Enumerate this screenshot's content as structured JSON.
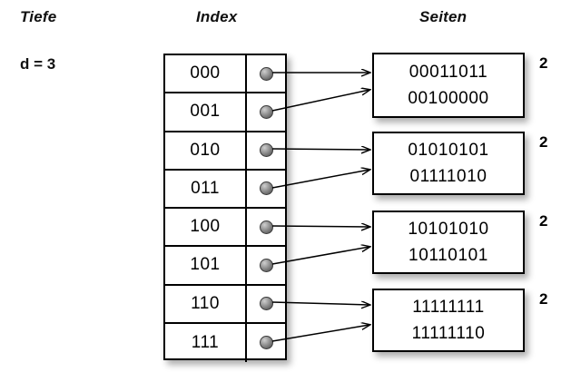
{
  "figure": {
    "headings": {
      "left": "Tiefe",
      "middle": "Index",
      "right": "Seiten"
    },
    "depth_note": "d = 3"
  },
  "index_table": {
    "rows": [
      {
        "key": "000",
        "pointer": "bullet-icon"
      },
      {
        "key": "001",
        "pointer": "bullet-icon"
      },
      {
        "key": "010",
        "pointer": "bullet-icon"
      },
      {
        "key": "011",
        "pointer": "bullet-icon"
      },
      {
        "key": "100",
        "pointer": "bullet-icon"
      },
      {
        "key": "101",
        "pointer": "bullet-icon"
      },
      {
        "key": "110",
        "pointer": "bullet-icon"
      },
      {
        "key": "111",
        "pointer": "bullet-icon"
      }
    ]
  },
  "pages": [
    {
      "lines": [
        "00011011",
        "00100000"
      ],
      "local_depth": "2"
    },
    {
      "lines": [
        "01010101",
        "01111010"
      ],
      "local_depth": "2"
    },
    {
      "lines": [
        "10101010",
        "10110101"
      ],
      "local_depth": "2"
    },
    {
      "lines": [
        "11111111",
        "11111110"
      ],
      "local_depth": "2"
    }
  ],
  "colors": {
    "stroke": "#000000",
    "background": "#ffffff",
    "bullet": "#6e6e6e"
  }
}
